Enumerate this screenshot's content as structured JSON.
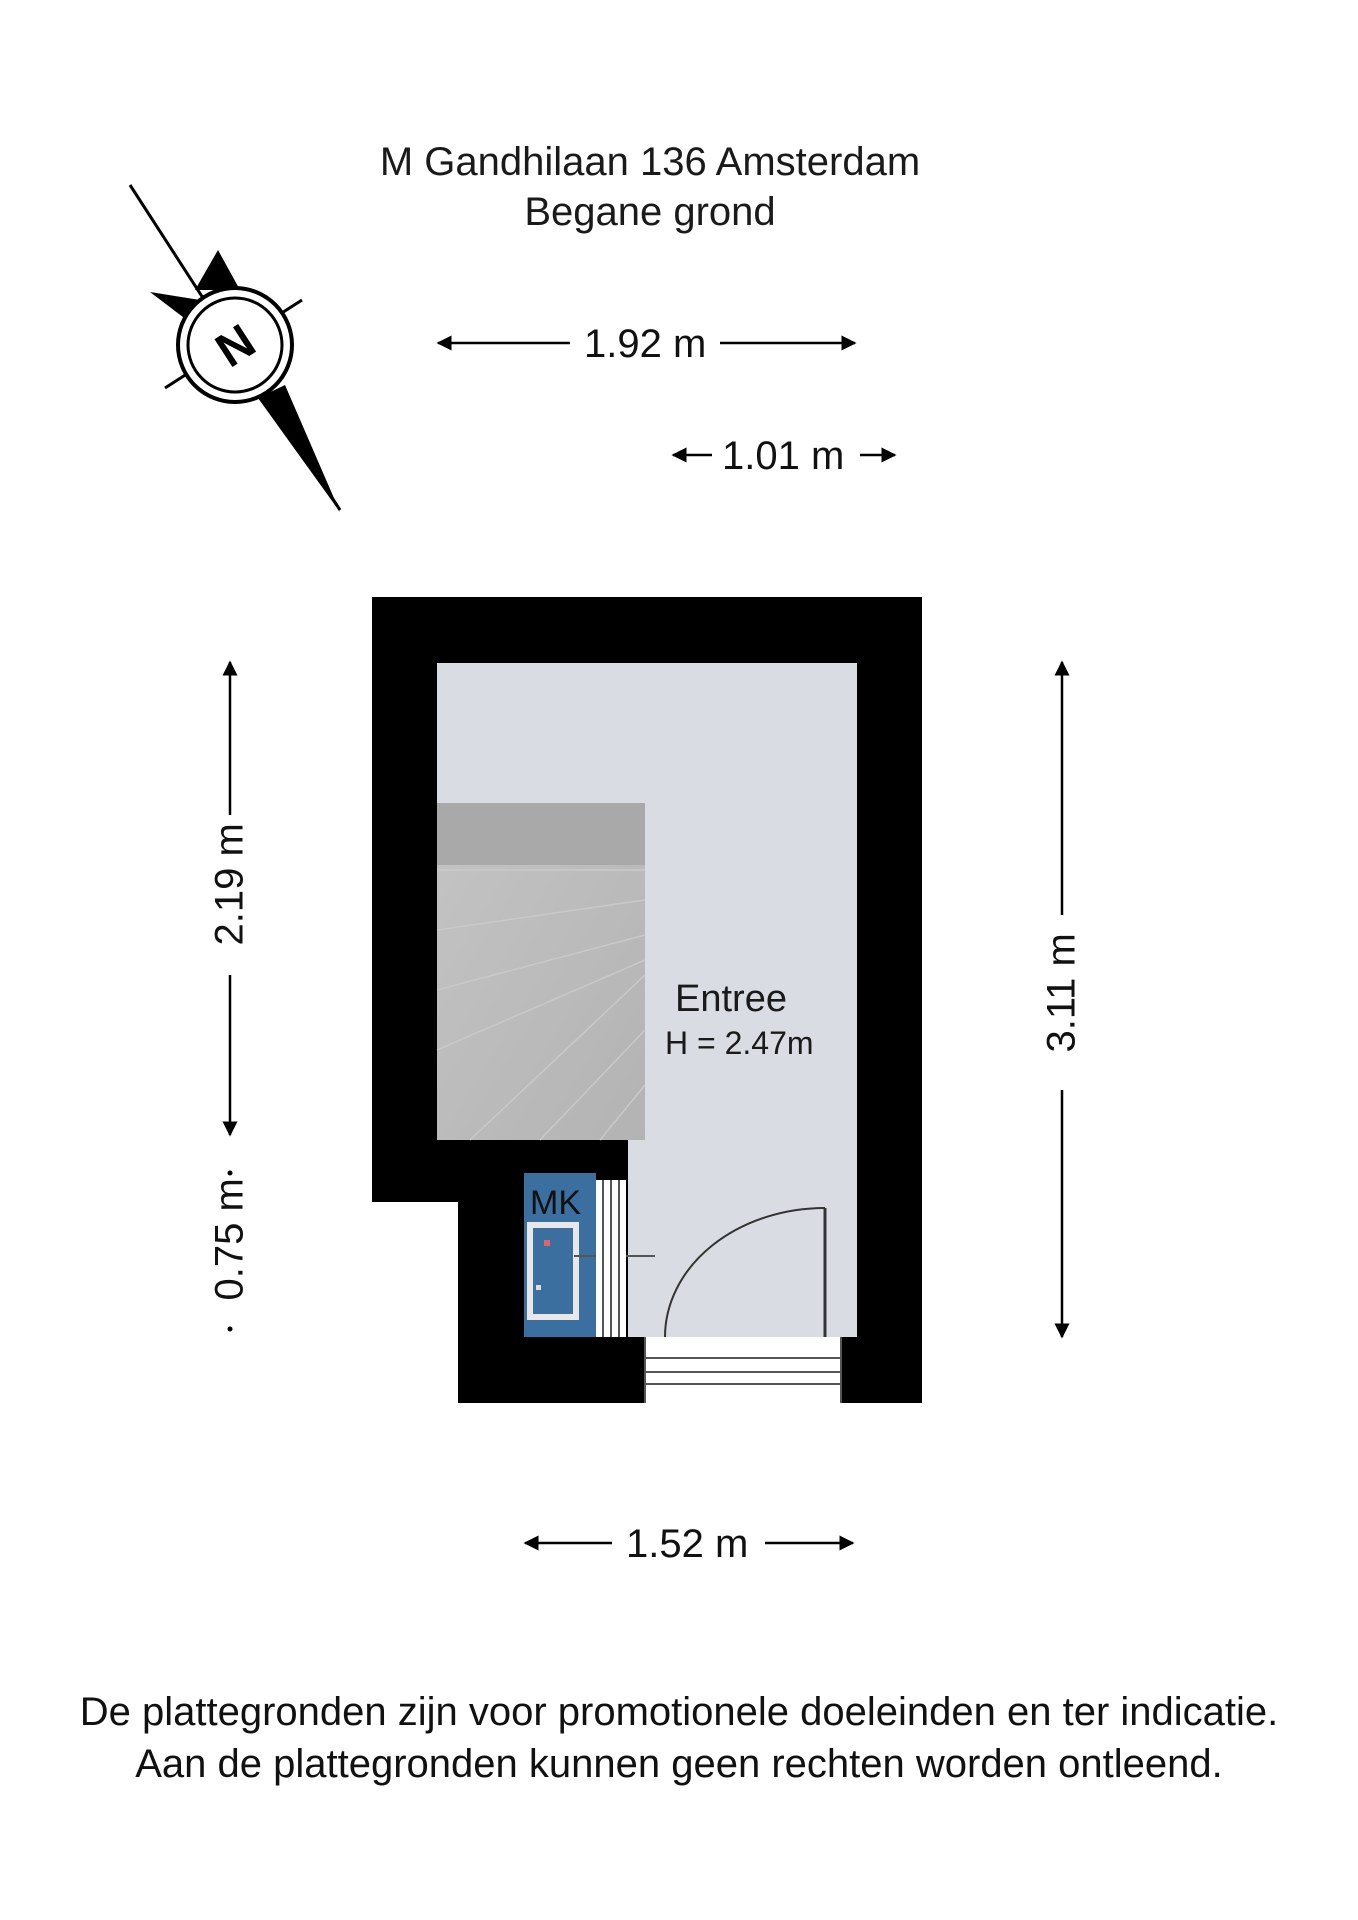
{
  "header": {
    "address": "M Gandhilaan 136 Amsterdam",
    "floor": "Begane grond"
  },
  "compass": {
    "label": "N",
    "icon": "north-arrow-compass-icon"
  },
  "dimensions": {
    "top_width": "1.92 m",
    "top_partial": "1.01 m",
    "left_upper": "2.19 m",
    "left_lower": "0.75 m",
    "right_height": "3.11 m",
    "bottom_width": "1.52 m"
  },
  "rooms": [
    {
      "name": "Entree",
      "height": "H = 2.47m"
    }
  ],
  "fixtures": {
    "meter_cupboard": "MK"
  },
  "colors": {
    "wall": "#000000",
    "floor": "#d9dce2",
    "stairs": "#bdbdbd",
    "meter_cupboard": "#3b6fa0"
  },
  "footer": {
    "line1": "De plattegronden zijn voor promotionele doeleinden en ter indicatie.",
    "line2": "Aan de plattegronden kunnen geen rechten worden ontleend."
  }
}
